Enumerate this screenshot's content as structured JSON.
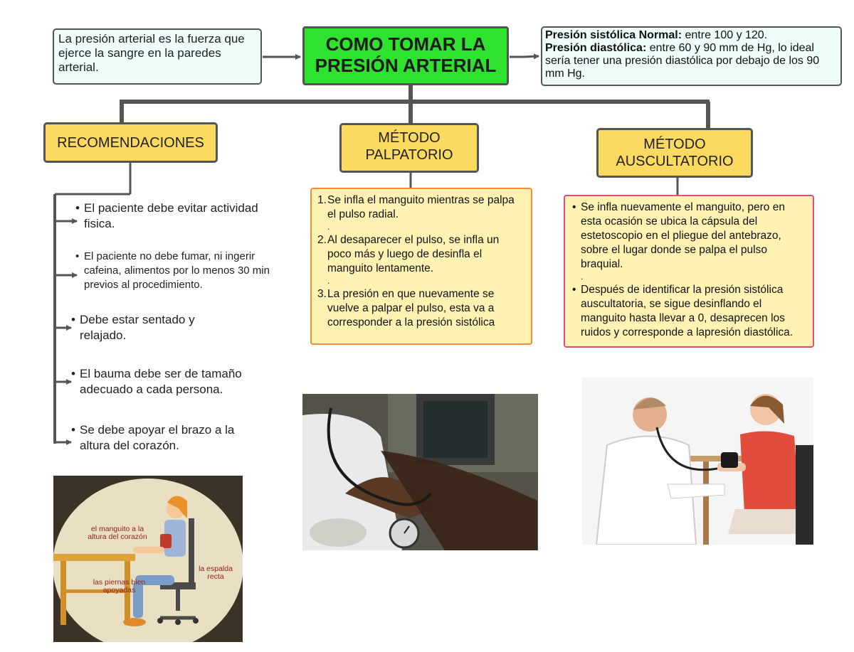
{
  "title": {
    "line1": "COMO TOMAR LA",
    "line2": "PRESIÓN ARTERIAL"
  },
  "definition": "La presión arterial es la fuerza que ejerce la sangre en la paredes arterial.",
  "normal_values": {
    "systolic_label": "Presión sistólica Normal:",
    "systolic_text": " entre 100 y 120.",
    "diastolic_label": "Presión diastólica:",
    "diastolic_text": " entre 60 y 90 mm de Hg, lo ideal sería tener una presión diastólica por debajo de los 90 mm Hg."
  },
  "recommendations": {
    "heading": "RECOMENDACIONES",
    "items": [
      "El paciente debe evitar actividad fisica.",
      "El paciente no debe fumar, ni ingerir cafeina, alimentos por lo menos 30 min previos al procedimiento.",
      "Debe estar sentado y relajado.",
      "El bauma debe ser de tamaño adecuado a cada persona.",
      "Se debe apoyar el brazo a la altura del corazón."
    ]
  },
  "palpatory": {
    "heading_line1": "MÉTODO",
    "heading_line2": "PALPATORIO",
    "steps": [
      {
        "num": "1.",
        "text": "Se infla el manguito mientras se palpa el pulso radial."
      },
      {
        "num": "2.",
        "text": "Al desaparecer el pulso, se infla un poco más y luego de desinfla el manguito lentamente."
      },
      {
        "num": "3.",
        "text": "La presión en que nuevamente se vuelve a palpar el pulso, esta va a corresponder a la presión sistólica"
      }
    ],
    "dot": "."
  },
  "auscultatory": {
    "heading_line1": "MÉTODO",
    "heading_line2": "AUSCULTATORIO",
    "items": [
      "Se infla nuevamente el manguito, pero en esta ocasión se ubica la cápsula del estetoscopio en el pliegue del antebrazo, sobre el lugar donde se palpa el pulso braquial.",
      "Después de identificar la presión sistólica auscultatoria, se sigue desinflando el manguito hasta llevar a 0, desaprecen los ruidos y corresponde a lapresión diastólica."
    ],
    "dot": "."
  },
  "posture_illustration": {
    "label_cuff": "el manguito a la altura del corazón",
    "label_back": "la espalda recta",
    "label_legs": "las piernas bien apoyadas"
  },
  "colors": {
    "title_green": "#2ee22e",
    "heading_yellow": "#fcd95f",
    "method_fill": "#fff2b3",
    "palpatory_border": "#f08c3a",
    "auscultatory_border": "#e04a7f",
    "connector": "#555555"
  }
}
